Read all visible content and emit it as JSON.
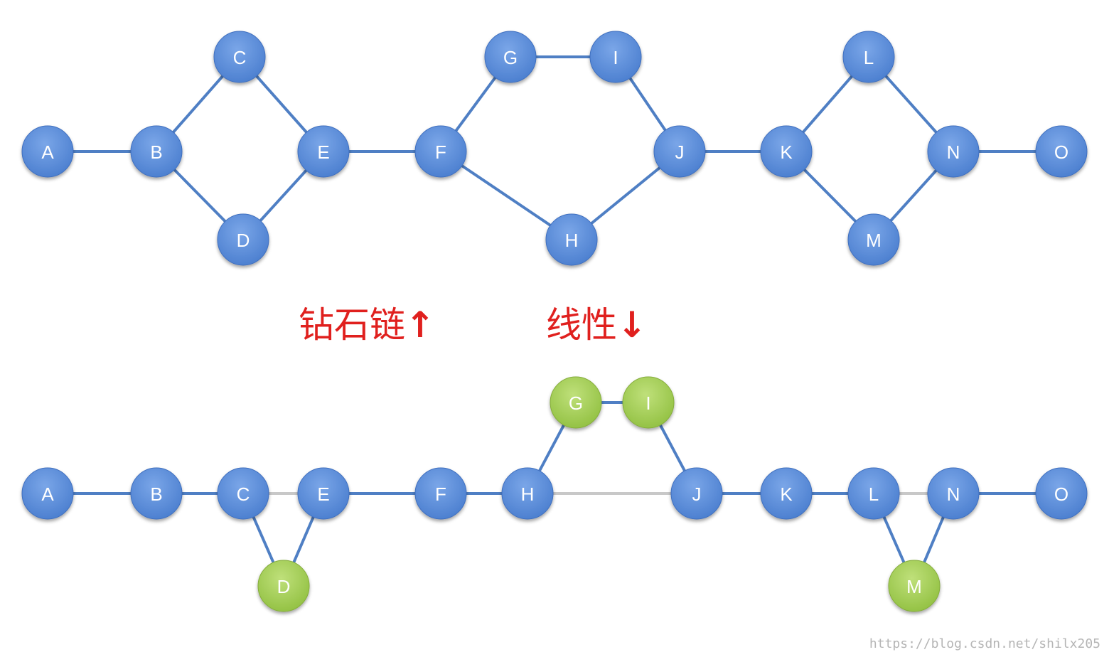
{
  "colors": {
    "blue_node": "#5b8edb",
    "blue_node_dark": "#3f6fbf",
    "green_node": "#a6cf57",
    "green_node_dark": "#85ad3b",
    "edge": "#4f7fc4",
    "edge_gray": "#c8c8c8",
    "caption_red": "#e0201e"
  },
  "captions": {
    "diamond_chain": "钻石链",
    "diamond_arrow": "↑",
    "linear": "线性",
    "linear_arrow": "↓"
  },
  "watermark": "https://blog.csdn.net/shilx205",
  "graphs": {
    "top": {
      "nodes": [
        {
          "id": "A",
          "style": "blue"
        },
        {
          "id": "B",
          "style": "blue"
        },
        {
          "id": "C",
          "style": "blue"
        },
        {
          "id": "D",
          "style": "blue"
        },
        {
          "id": "E",
          "style": "blue"
        },
        {
          "id": "F",
          "style": "blue"
        },
        {
          "id": "G",
          "style": "blue"
        },
        {
          "id": "I",
          "style": "blue"
        },
        {
          "id": "H",
          "style": "blue"
        },
        {
          "id": "J",
          "style": "blue"
        },
        {
          "id": "K",
          "style": "blue"
        },
        {
          "id": "L",
          "style": "blue"
        },
        {
          "id": "M",
          "style": "blue"
        },
        {
          "id": "N",
          "style": "blue"
        },
        {
          "id": "O",
          "style": "blue"
        }
      ],
      "edges": [
        {
          "from": "A",
          "to": "B",
          "style": "blue"
        },
        {
          "from": "B",
          "to": "C",
          "style": "blue"
        },
        {
          "from": "B",
          "to": "D",
          "style": "blue"
        },
        {
          "from": "C",
          "to": "E",
          "style": "blue"
        },
        {
          "from": "D",
          "to": "E",
          "style": "blue"
        },
        {
          "from": "E",
          "to": "F",
          "style": "blue"
        },
        {
          "from": "F",
          "to": "G",
          "style": "blue"
        },
        {
          "from": "G",
          "to": "I",
          "style": "blue"
        },
        {
          "from": "I",
          "to": "J",
          "style": "blue"
        },
        {
          "from": "F",
          "to": "H",
          "style": "blue"
        },
        {
          "from": "H",
          "to": "J",
          "style": "blue"
        },
        {
          "from": "J",
          "to": "K",
          "style": "blue"
        },
        {
          "from": "K",
          "to": "L",
          "style": "blue"
        },
        {
          "from": "K",
          "to": "M",
          "style": "blue"
        },
        {
          "from": "L",
          "to": "N",
          "style": "blue"
        },
        {
          "from": "M",
          "to": "N",
          "style": "blue"
        },
        {
          "from": "N",
          "to": "O",
          "style": "blue"
        }
      ]
    },
    "bottom": {
      "nodes": [
        {
          "id": "A",
          "style": "blue"
        },
        {
          "id": "B",
          "style": "blue"
        },
        {
          "id": "C",
          "style": "blue"
        },
        {
          "id": "D",
          "style": "green"
        },
        {
          "id": "E",
          "style": "blue"
        },
        {
          "id": "F",
          "style": "blue"
        },
        {
          "id": "H",
          "style": "blue"
        },
        {
          "id": "G",
          "style": "green"
        },
        {
          "id": "I",
          "style": "green"
        },
        {
          "id": "J",
          "style": "blue"
        },
        {
          "id": "K",
          "style": "blue"
        },
        {
          "id": "L",
          "style": "blue"
        },
        {
          "id": "M",
          "style": "green"
        },
        {
          "id": "N",
          "style": "blue"
        },
        {
          "id": "O",
          "style": "blue"
        }
      ],
      "edges": [
        {
          "from": "A",
          "to": "B",
          "style": "blue"
        },
        {
          "from": "B",
          "to": "C",
          "style": "blue"
        },
        {
          "from": "C",
          "to": "E",
          "style": "gray"
        },
        {
          "from": "C",
          "to": "D",
          "style": "blue"
        },
        {
          "from": "D",
          "to": "E",
          "style": "blue"
        },
        {
          "from": "E",
          "to": "F",
          "style": "blue"
        },
        {
          "from": "F",
          "to": "H",
          "style": "blue"
        },
        {
          "from": "H",
          "to": "J",
          "style": "gray"
        },
        {
          "from": "H",
          "to": "G",
          "style": "blue"
        },
        {
          "from": "G",
          "to": "I",
          "style": "blue"
        },
        {
          "from": "I",
          "to": "J",
          "style": "blue"
        },
        {
          "from": "J",
          "to": "K",
          "style": "blue"
        },
        {
          "from": "K",
          "to": "L",
          "style": "blue"
        },
        {
          "from": "L",
          "to": "N",
          "style": "gray"
        },
        {
          "from": "L",
          "to": "M",
          "style": "blue"
        },
        {
          "from": "M",
          "to": "N",
          "style": "blue"
        },
        {
          "from": "N",
          "to": "O",
          "style": "blue"
        }
      ]
    }
  }
}
